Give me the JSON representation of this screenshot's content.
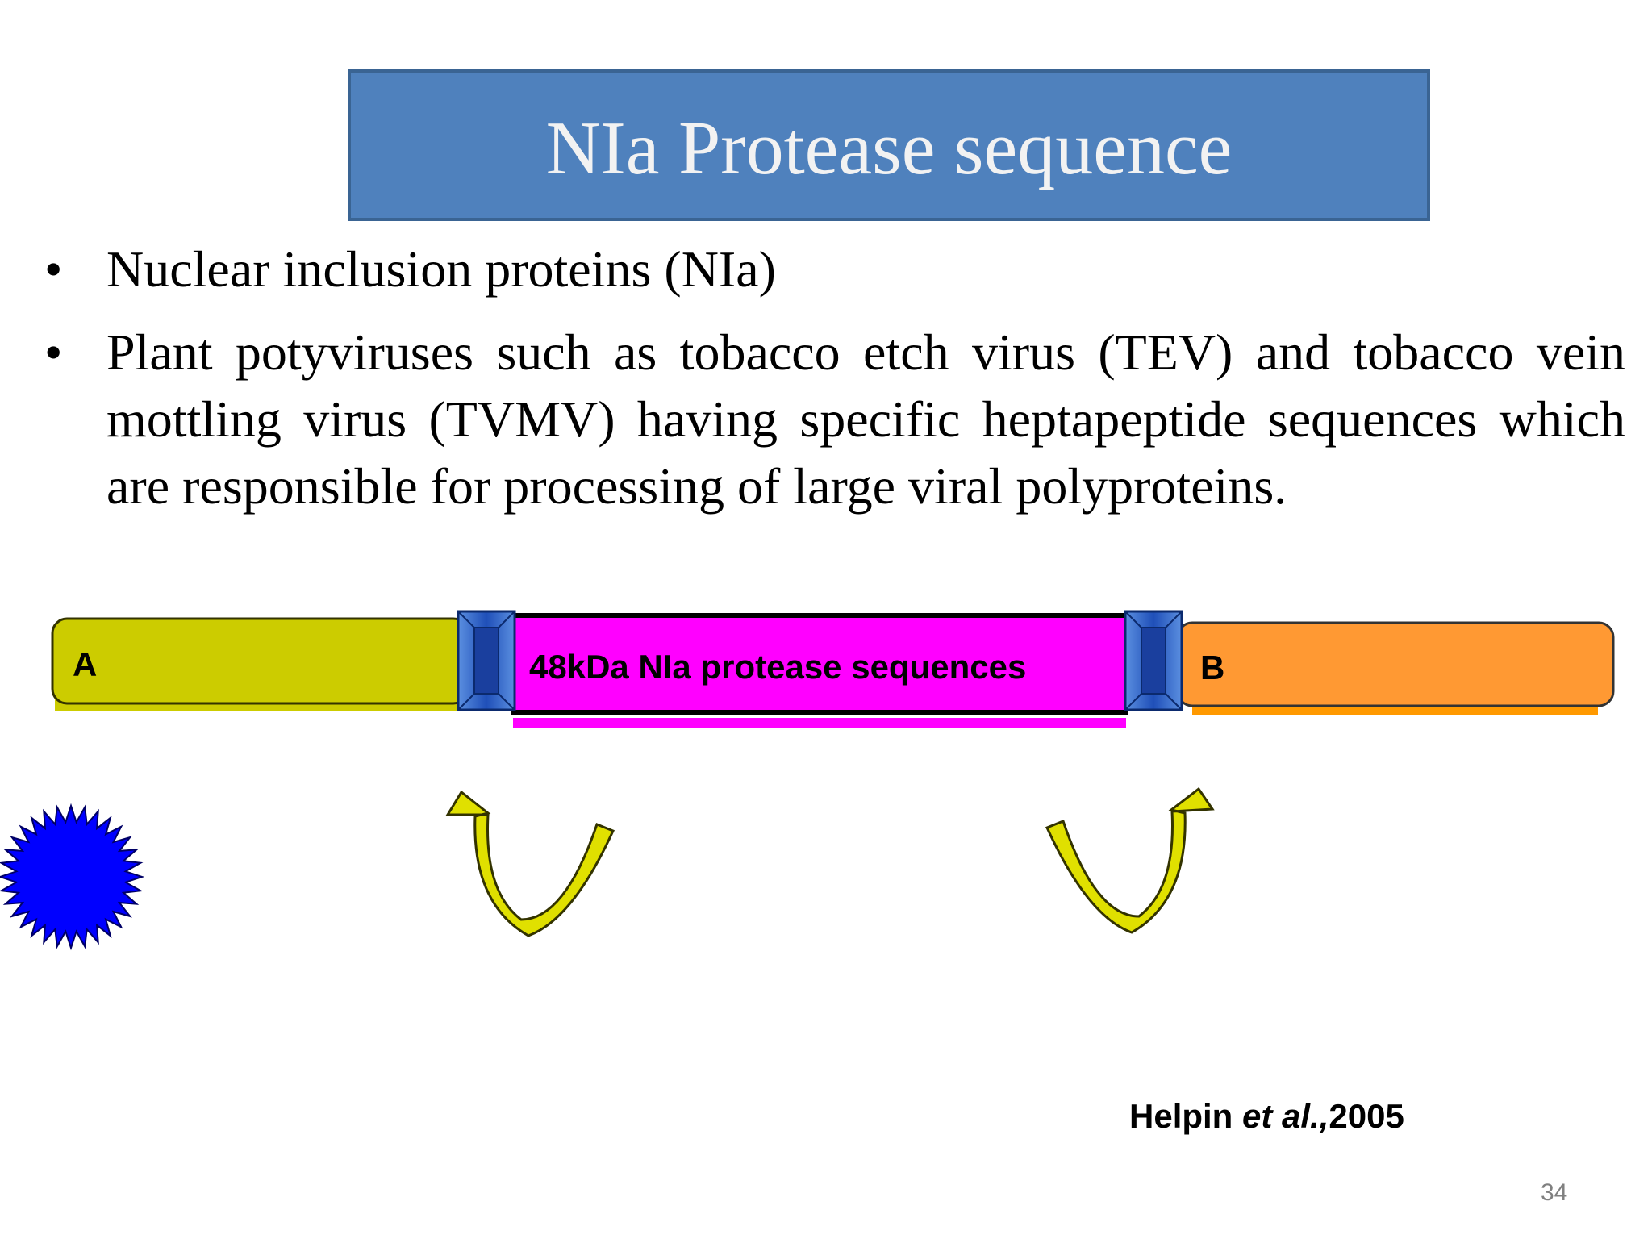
{
  "title": "NIa Protease sequence",
  "bullets": [
    "Nuclear inclusion proteins (NIa)",
    "Plant potyviruses such as tobacco etch virus (TEV) and tobacco vein mottling virus (TVMV) having specific heptapeptide sequences which are responsible for processing of large viral polyproteins."
  ],
  "bullet_glyph": "•",
  "diagram": {
    "segment_a_label": "A",
    "protease_label": "48kDa NIa protease sequences",
    "segment_b_label": "B",
    "colors": {
      "segment_a": "#cccc00",
      "protease": "#ff00ff",
      "segment_b": "#ff9933",
      "cleavage_site": "#3366cc",
      "arrow": "#e0e000",
      "starburst": "#0000ff"
    },
    "icons": [
      "starburst-icon",
      "cleavage-arrow-icon"
    ]
  },
  "citation": {
    "author": "Helpin ",
    "etal": "et al.,",
    "year": "2005"
  },
  "page_number": "34"
}
